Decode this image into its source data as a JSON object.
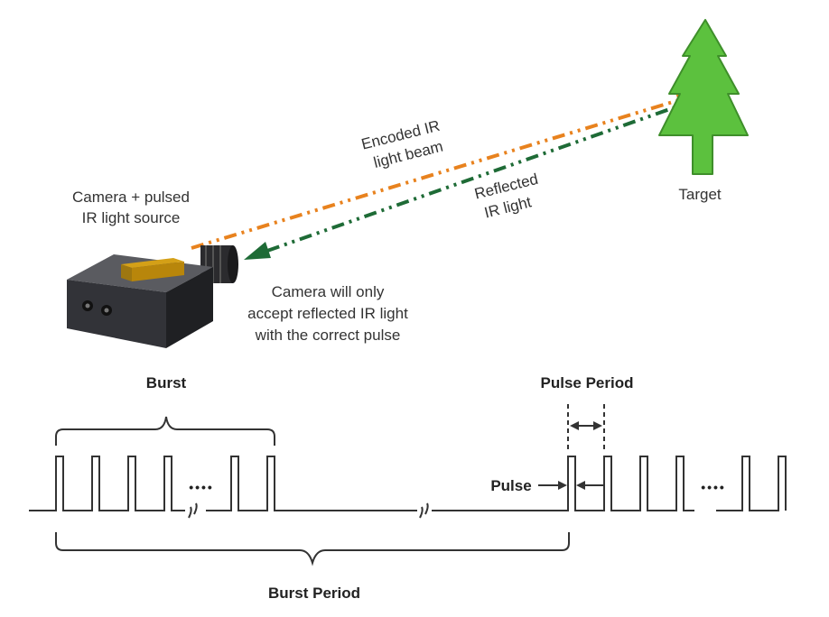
{
  "labels": {
    "camera_line1": "Camera + pulsed",
    "camera_line2": "IR light source",
    "beam_line1": "Encoded IR",
    "beam_line2": "light beam",
    "reflected_line1": "Reflected",
    "reflected_line2": "IR light",
    "target": "Target",
    "accept_line1": "Camera will only",
    "accept_line2": "accept reflected IR light",
    "accept_line3": "with the correct pulse",
    "burst": "Burst",
    "pulse_period": "Pulse Period",
    "pulse": "Pulse",
    "burst_period": "Burst Period",
    "ellipsis": "••••"
  },
  "colors": {
    "encoded_beam": "#e8821e",
    "reflected_beam": "#1e6b36",
    "tree": "#5cc13e",
    "tree_outline": "#3e8f2a",
    "camera_body": "#2f3034",
    "light_source": "#b8860b",
    "signal": "#333333"
  }
}
